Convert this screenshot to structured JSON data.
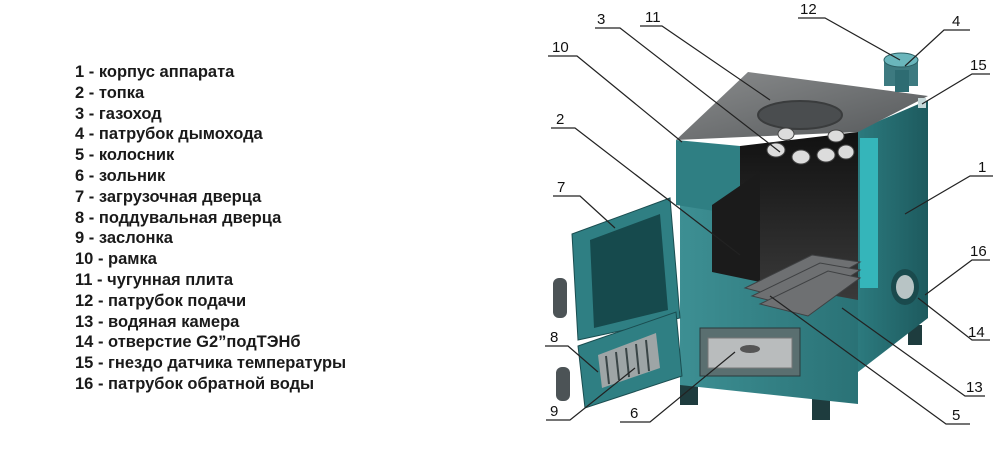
{
  "legend": [
    {
      "num": "1",
      "label": "корпус аппарата"
    },
    {
      "num": "2",
      "label": "топка"
    },
    {
      "num": "3",
      "label": "газоход"
    },
    {
      "num": "4",
      "label": "патрубок дымохода"
    },
    {
      "num": "5",
      "label": "колосник"
    },
    {
      "num": "6",
      "label": "зольник"
    },
    {
      "num": "7",
      "label": "загрузочная дверца"
    },
    {
      "num": "8",
      "label": "поддувальная дверца"
    },
    {
      "num": "9",
      "label": "заслонка"
    },
    {
      "num": "10",
      "label": "рамка"
    },
    {
      "num": "11",
      "label": "чугунная плита"
    },
    {
      "num": "12",
      "label": "патрубок подачи"
    },
    {
      "num": "13",
      "label": "водяная камера"
    },
    {
      "num": "14",
      "label": "отверстие G2”подТЭНб"
    },
    {
      "num": "15",
      "label": "гнездо датчика температуры"
    },
    {
      "num": "16",
      "label": "патрубок обратной воды"
    }
  ],
  "callouts": {
    "c1": "1",
    "c2": "2",
    "c3": "3",
    "c4": "4",
    "c5": "5",
    "c6": "6",
    "c7": "7",
    "c8": "8",
    "c9": "9",
    "c10": "10",
    "c11": "11",
    "c12": "12",
    "c13": "13",
    "c14": "14",
    "c15": "15",
    "c16": "16"
  },
  "colors": {
    "body": "#2f7f83",
    "body_dark": "#1f5d61",
    "plate": "#6d6f70",
    "interior": "#222222",
    "leader": "#222222"
  }
}
